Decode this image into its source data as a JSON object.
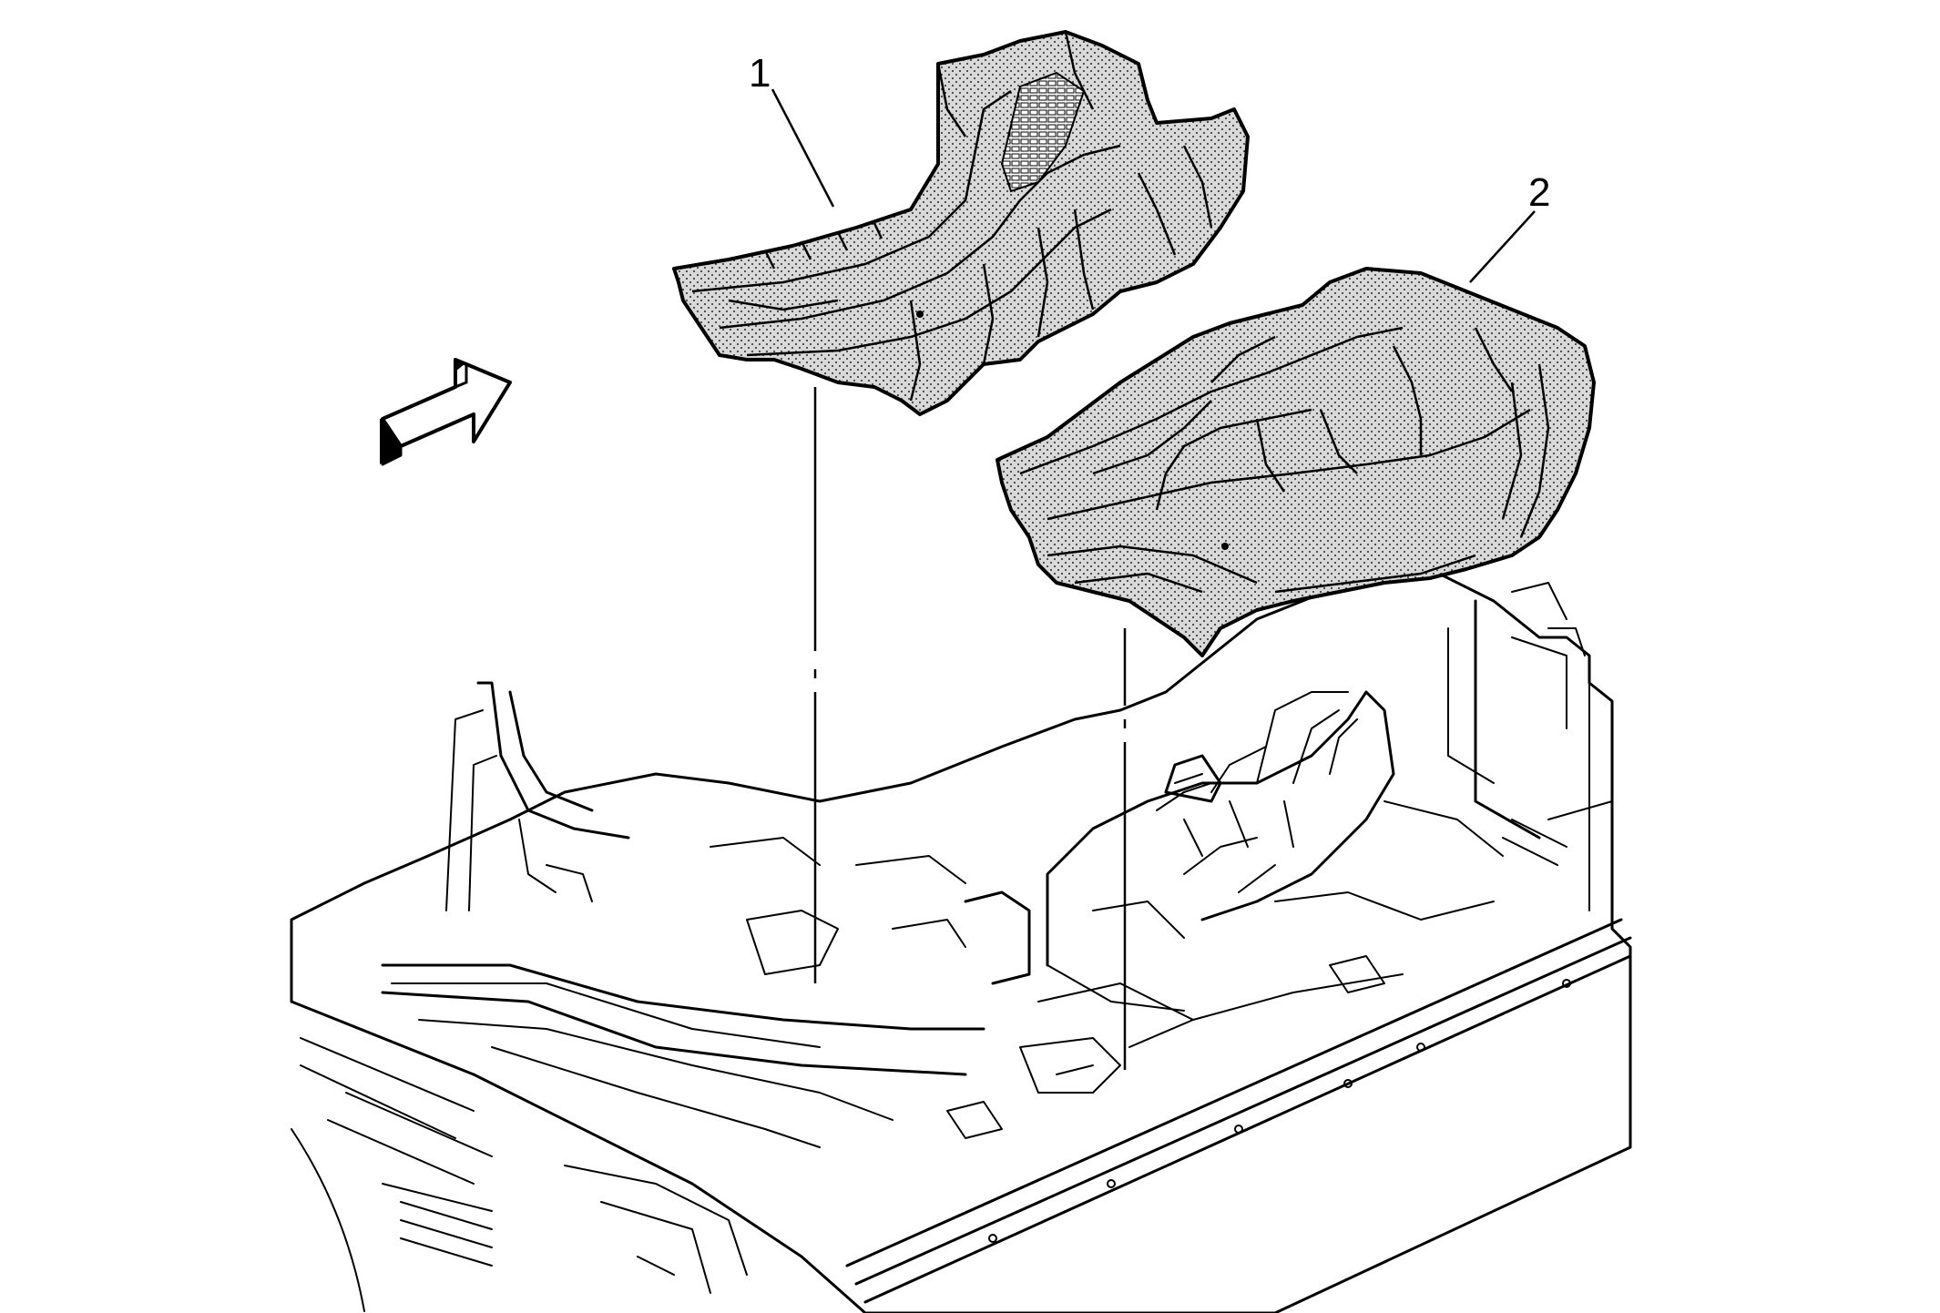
{
  "diagram": {
    "callouts": [
      {
        "id": "1",
        "label": "1"
      },
      {
        "id": "2",
        "label": "2"
      }
    ],
    "icons": {
      "direction_arrow": "forward-arrow-icon"
    },
    "colors": {
      "line": "#000000",
      "background": "#ffffff",
      "stipple_fill": "#bdbdbd"
    }
  }
}
